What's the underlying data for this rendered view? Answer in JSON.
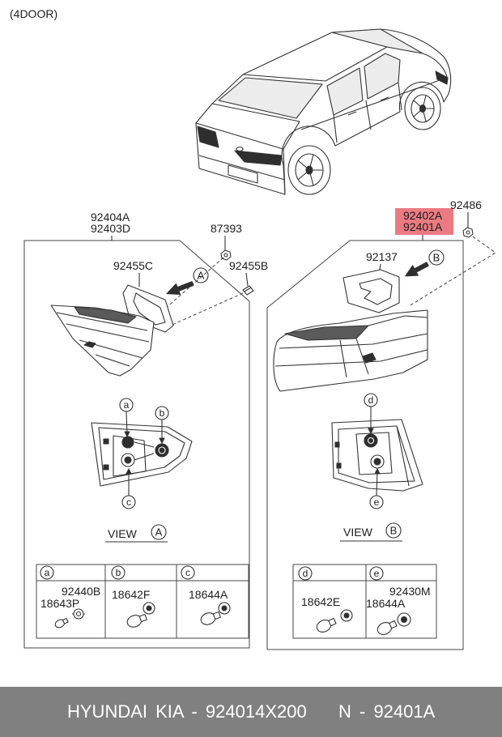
{
  "page": {
    "variant_label": "(4DOOR)"
  },
  "left_assembly": {
    "part_numbers": [
      "92404A",
      "92403D"
    ],
    "nut": "87393",
    "gasket": "92455C",
    "fastener": "92455B",
    "view_marker": "A"
  },
  "right_assembly": {
    "part_numbers": [
      "92402A",
      "92401A"
    ],
    "nut": "92486",
    "gasket": "92137",
    "view_marker": "B"
  },
  "view_a": {
    "label": "VIEW",
    "marker": "A",
    "sockets": [
      "a",
      "b",
      "c"
    ]
  },
  "view_b": {
    "label": "VIEW",
    "marker": "B",
    "sockets": [
      "d",
      "e"
    ]
  },
  "bulb_tables": {
    "left": [
      {
        "key": "a",
        "parts": [
          "92440B",
          "18643P"
        ]
      },
      {
        "key": "b",
        "parts": [
          "18642F"
        ]
      },
      {
        "key": "c",
        "parts": [
          "18644A"
        ]
      }
    ],
    "right": [
      {
        "key": "d",
        "parts": [
          "18642E"
        ]
      },
      {
        "key": "e",
        "parts": [
          "92430M",
          "18644A"
        ]
      }
    ]
  },
  "footer": {
    "part_line": "HYUNDAI KIA - 924014X200",
    "ref_line": "N - 92401A"
  },
  "colors": {
    "highlight": "#e8646c",
    "footer_background": "#808080",
    "footer_text": "#ffffff",
    "line_art": "#333333"
  }
}
